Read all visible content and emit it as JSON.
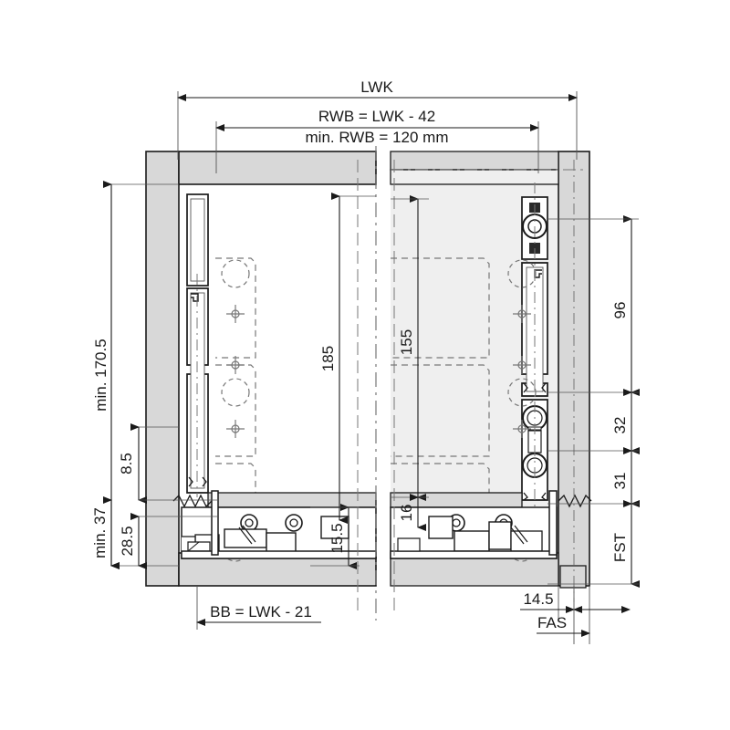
{
  "drawing": {
    "title": "Drawer runner technical cross-section drawing",
    "units": "mm",
    "colors": {
      "line": "#1a1a1a",
      "thin_line": "#555555",
      "panel_fill": "#d8d8d8",
      "section_fill": "#efefef",
      "hidden_line": "#777777",
      "background": "#ffffff"
    }
  },
  "dimensions": {
    "top": [
      {
        "id": "lwk",
        "label": "LWK"
      },
      {
        "id": "rwb",
        "label": "RWB = LWK - 42"
      },
      {
        "id": "rwb_min",
        "label": "min. RWB = 120 mm"
      }
    ],
    "left": [
      {
        "id": "min1705",
        "label": "min. 170.5"
      },
      {
        "id": "d85",
        "label": "8.5"
      },
      {
        "id": "min37",
        "label": "min. 37"
      },
      {
        "id": "d285",
        "label": "28.5"
      }
    ],
    "inner": [
      {
        "id": "d185",
        "label": "185"
      },
      {
        "id": "d155",
        "label": "155"
      },
      {
        "id": "d16",
        "label": "16"
      },
      {
        "id": "d155b",
        "label": "15.5"
      }
    ],
    "right": [
      {
        "id": "d96",
        "label": "96"
      },
      {
        "id": "d32",
        "label": "32"
      },
      {
        "id": "d31",
        "label": "31"
      },
      {
        "id": "fst",
        "label": "FST"
      }
    ],
    "bottom": [
      {
        "id": "bb",
        "label": "BB = LWK - 21"
      },
      {
        "id": "d145",
        "label": "14.5"
      },
      {
        "id": "fas",
        "label": "FAS"
      }
    ]
  }
}
